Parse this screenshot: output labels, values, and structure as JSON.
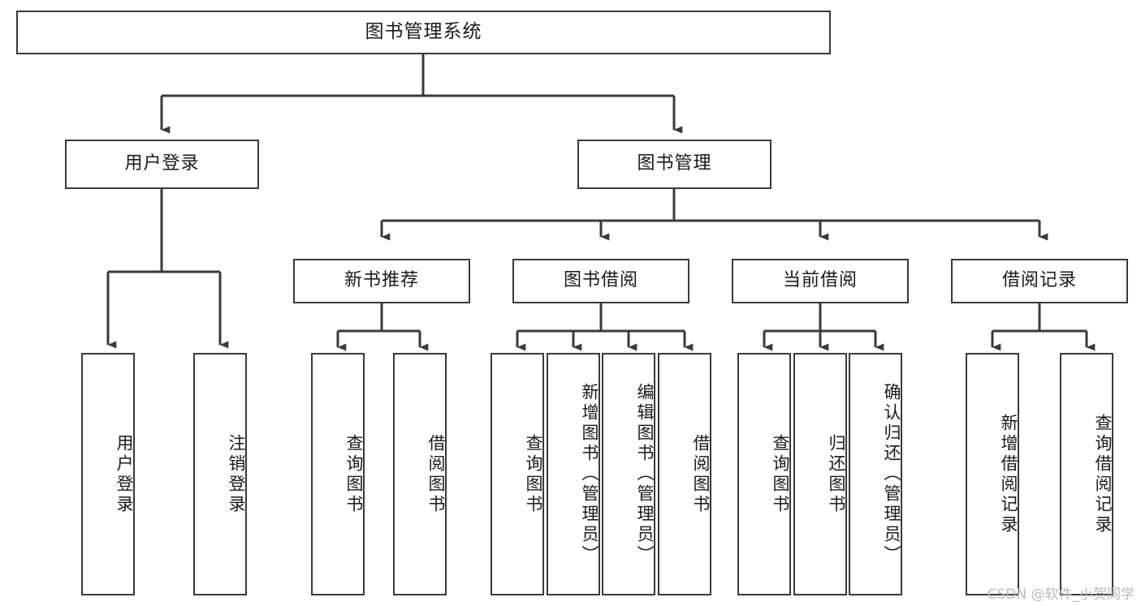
{
  "diagram": {
    "title": "图书管理系统",
    "type": "functional-structure-tree",
    "watermark": "CSDN @软件_小贺同学",
    "colors": {
      "background": "#ffffff",
      "box_border": "#3a3a3a",
      "box_fill": "#ffffff",
      "text": "#1a1a1a",
      "connector": "#3a3a3a",
      "watermark": "#b9b9b9"
    },
    "nodes": {
      "root": {
        "label": "图书管理系统",
        "level": 1,
        "orientation": "horizontal"
      },
      "l2": [
        {
          "id": "user-login",
          "label": "用户登录",
          "level": 2,
          "orientation": "horizontal"
        },
        {
          "id": "book-manage",
          "label": "图书管理",
          "level": 2,
          "orientation": "horizontal"
        }
      ],
      "l3": [
        {
          "id": "new-book-recommend",
          "label": "新书推荐",
          "level": 3,
          "orientation": "horizontal"
        },
        {
          "id": "book-borrow",
          "label": "图书借阅",
          "level": 3,
          "orientation": "horizontal"
        },
        {
          "id": "current-borrow",
          "label": "当前借阅",
          "level": 3,
          "orientation": "horizontal"
        },
        {
          "id": "borrow-record",
          "label": "借阅记录",
          "level": 3,
          "orientation": "horizontal"
        }
      ],
      "leaves": {
        "user_login": [
          {
            "id": "leaf-user-login",
            "label": "用户登录"
          },
          {
            "id": "leaf-logout",
            "label": "注销登录"
          }
        ],
        "new_book_recommend": [
          {
            "id": "leaf-query-book-1",
            "label": "查询图书"
          },
          {
            "id": "leaf-borrow-book-1",
            "label": "借阅图书"
          }
        ],
        "book_borrow": [
          {
            "id": "leaf-query-book-2",
            "label": "查询图书"
          },
          {
            "id": "leaf-add-book",
            "label": "新增图书（管理员）"
          },
          {
            "id": "leaf-edit-book",
            "label": "编辑图书（管理员）"
          },
          {
            "id": "leaf-borrow-book-2",
            "label": "借阅图书"
          }
        ],
        "current_borrow": [
          {
            "id": "leaf-query-book-3",
            "label": "查询图书"
          },
          {
            "id": "leaf-return-book",
            "label": "归还图书"
          },
          {
            "id": "leaf-confirm-return",
            "label": "确认归还（管理员）"
          }
        ],
        "borrow_record": [
          {
            "id": "leaf-add-record",
            "label": "新增借阅记录"
          },
          {
            "id": "leaf-query-record",
            "label": "查询借阅记录"
          }
        ]
      }
    }
  }
}
